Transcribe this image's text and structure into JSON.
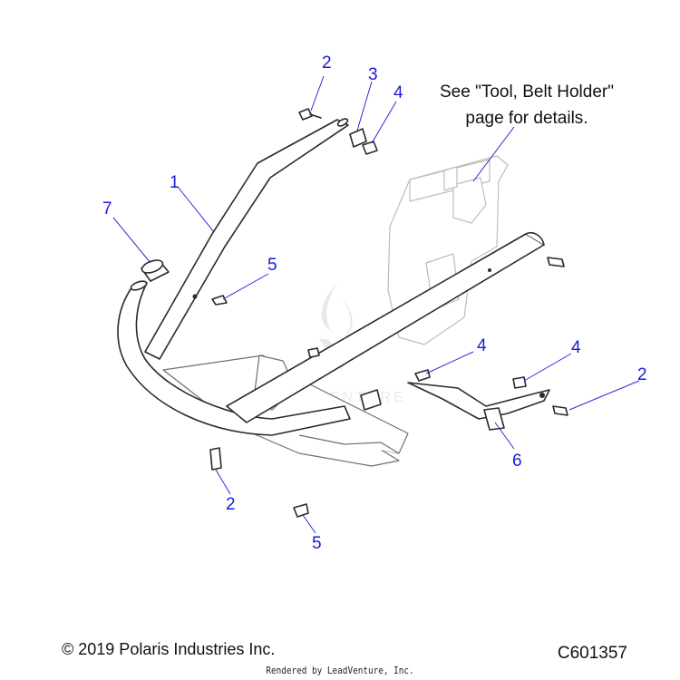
{
  "callouts": [
    {
      "label": "1"
    },
    {
      "label": "2"
    },
    {
      "label": "3"
    },
    {
      "label": "4"
    },
    {
      "label": "5"
    },
    {
      "label": "7"
    },
    {
      "label": "4"
    },
    {
      "label": "4"
    },
    {
      "label": "2"
    },
    {
      "label": "6"
    },
    {
      "label": "2"
    },
    {
      "label": "5"
    }
  ],
  "note": {
    "line1": "See \"Tool, Belt Holder\"",
    "line2": "page for details."
  },
  "watermark": "LEADVENTURE",
  "footer": {
    "copyright": "© 2019 Polaris Industries Inc.",
    "diagram_code": "C601357",
    "rendered_by": "Rendered by LeadVenture, Inc."
  },
  "colors": {
    "callout": "#1a1ad6",
    "line": "#2a2a2a",
    "ghost": "#bdbdbd"
  }
}
